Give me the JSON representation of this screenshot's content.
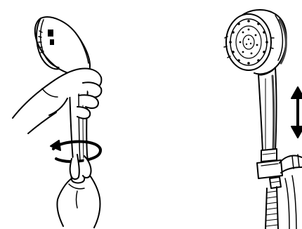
{
  "figure": {
    "panels": [
      {
        "subject": "hand-held-shower-head-being-unscrewed",
        "elements": [
          "shower-head-side-view",
          "upper-hand-icon",
          "lower-hand-icon",
          "rotation-arrow-icon"
        ]
      },
      {
        "subject": "hand-held-shower-head-in-wall-bracket",
        "elements": [
          "shower-head-front-view",
          "wall-bracket",
          "hose",
          "up-down-arrow-icon"
        ]
      }
    ],
    "colors": {
      "ink": "#000000",
      "paper": "#ffffff",
      "chrome-shade": "#444444"
    }
  }
}
